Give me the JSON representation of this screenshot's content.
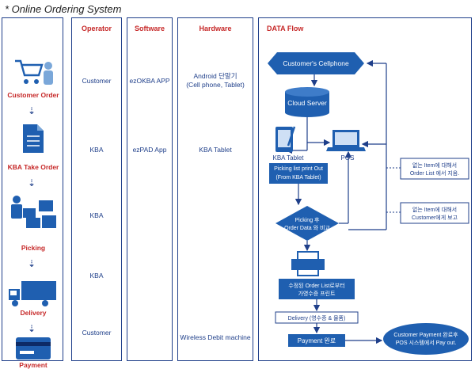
{
  "title": "* Online Ordering System",
  "columns": {
    "operator": "Operator",
    "software": "Software",
    "hardware": "Hardware",
    "dataflow": "DATA Flow"
  },
  "steps": [
    {
      "label": "Customer Order",
      "icon": "cart-icon",
      "operator": "Customer",
      "software": "ezOKBA APP",
      "hardware": "Android 단말기\n(Cell phone, Tablet)"
    },
    {
      "label": "KBA Take Order",
      "icon": "document-icon",
      "operator": "KBA",
      "software": "ezPAD  App",
      "hardware": "KBA Tablet"
    },
    {
      "label": "Picking",
      "icon": "boxes-icon",
      "operator": "KBA",
      "software": "",
      "hardware": ""
    },
    {
      "label": "Delivery",
      "icon": "truck-icon",
      "operator": "KBA",
      "software": "",
      "hardware": ""
    },
    {
      "label": "Payment",
      "icon": "card-icon",
      "operator": "Customer",
      "software": "",
      "hardware": "Wireless Debit machine"
    }
  ],
  "flow": {
    "cellphone": "Customer's Cellphone",
    "cloud": "Cloud Server",
    "kba_tablet": "KBA Tablet",
    "pos": "POS",
    "picking_print": "Picking list print Out\n(From KBA Tablet)",
    "picking_compare": "Picking 후\nOrder Data 와 비교",
    "note1": "없는 Item에 대해서\nOrder List 에서 지움.",
    "note2": "없는 Item에 대해서\nCustomer에게 보고",
    "reprint": "수정된 Order List로부터\n가영수증 프린트",
    "delivery": "Delivery (영수증 & 물품)",
    "payment": "Payment 완료",
    "final": "Customer Payment 완료후\nPOS 시스템에서 Pay out."
  }
}
